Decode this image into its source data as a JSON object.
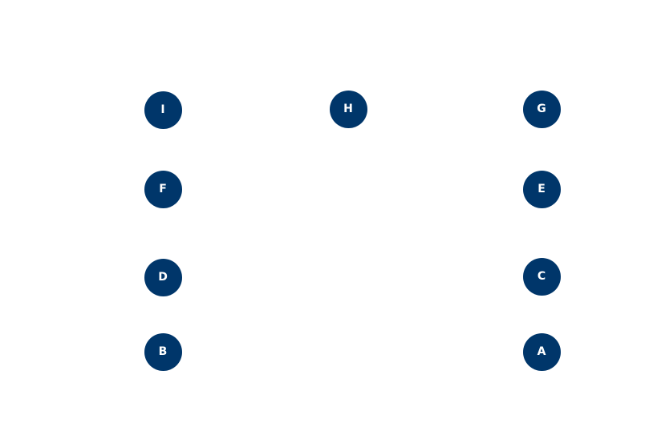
{
  "nodes": {
    "I": {
      "label": "I"
    },
    "H": {
      "label": "H"
    },
    "G": {
      "label": "G"
    },
    "F": {
      "label": "F"
    },
    "E": {
      "label": "E"
    },
    "D": {
      "label": "D"
    },
    "C": {
      "label": "C"
    },
    "B": {
      "label": "B"
    },
    "A": {
      "label": "A"
    }
  },
  "colors": {
    "node_fill": "#00366a",
    "node_text": "#ffffff",
    "background": "#ffffff"
  }
}
